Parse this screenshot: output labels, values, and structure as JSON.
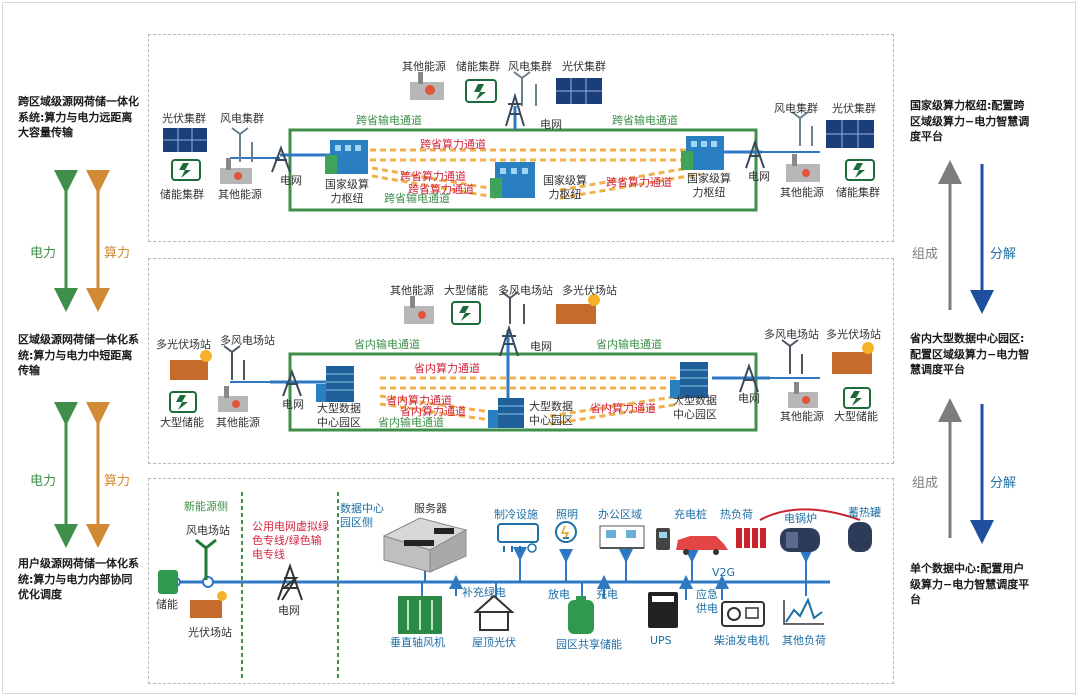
{
  "left": {
    "tier1": "跨区域级源网荷储一体化系统:算力与电力远距离大容量传输",
    "tier2": "区域级源网荷储一体化系统:算力与电力中短距离传输",
    "tier3": "用户级源网荷储一体化系统:算力与电力内部协同优化调度",
    "power": "电力",
    "compute": "算力"
  },
  "right": {
    "tier1": "国家级算力枢纽:配置跨区域级算力−电力智慧调度平台",
    "tier2": "省内大型数据中心园区:配置区域级算力−电力智慧调度平台",
    "tier3": "单个数据中心:配置用户级算力−电力智慧调度平台",
    "compose": "组成",
    "decompose": "分解"
  },
  "top": {
    "other_energy": "其他能源",
    "storage_cluster": "储能集群",
    "wind_cluster": "风电集群",
    "pv_cluster": "光伏集群",
    "grid": "电网",
    "hub": "国家级算力枢纽",
    "trans_power": "跨省输电通道",
    "trans_compute": "跨省算力通道"
  },
  "mid": {
    "other_energy": "其他能源",
    "big_storage": "大型储能",
    "multi_wind": "多风电场站",
    "multi_pv": "多光伏场站",
    "grid": "电网",
    "dc_park": "大型数据中心园区",
    "prov_power": "省内输电通道",
    "prov_compute": "省内算力通道"
  },
  "bottom": {
    "new_energy_side": "新能源侧",
    "wind_farm": "风电场站",
    "storage": "储能",
    "pv_station": "光伏场站",
    "public_grid": "公用电网虚拟绿色专线/绿色输电专线",
    "grid": "电网",
    "dc_park_side": "数据中心园区侧",
    "server": "服务器",
    "cooling": "制冷设施",
    "lighting": "照明",
    "office": "办公区域",
    "charger": "充电桩",
    "heat_load": "热负荷",
    "boiler": "电锅炉",
    "heat_tank": "蓄热罐",
    "v2g": "V2G",
    "supplement": "补充绿电",
    "discharge": "放电",
    "charge": "充电",
    "emergency": "应急供电",
    "vawt": "垂直轴风机",
    "rooftop_pv": "屋顶光伏",
    "shared_storage": "园区共享储能",
    "ups": "UPS",
    "diesel": "柴油发电机",
    "other_load": "其他负荷"
  },
  "colors": {
    "power_green": "#3f8f4a",
    "compute_orange": "#d18a33",
    "compose_gray": "#7d7d7d",
    "decompose_blue": "#1f4e9c",
    "label_red": "#d2263f",
    "bus_blue": "#2f78c4"
  }
}
